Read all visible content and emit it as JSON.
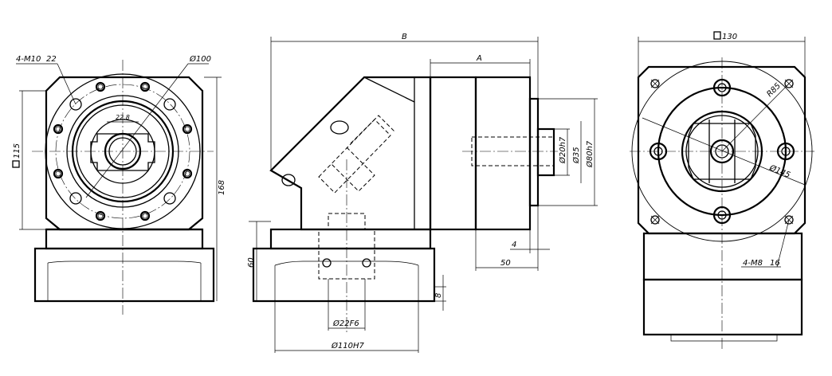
{
  "views": {
    "front": {
      "callout_holes": "4-M10",
      "callout_holes_depth": "22",
      "pcd": "Ø100",
      "square": "115",
      "height": "168",
      "inner": "22.8"
    },
    "side": {
      "overall": "B",
      "body": "A",
      "shaft": "Ø20h7",
      "boss": "Ø35",
      "pilot": "Ø80h7",
      "shoulder": "4",
      "shaft_len": "50",
      "base_height": "60",
      "flange_thk": "8",
      "bore": "Ø22F6",
      "flange_pilot": "Ø110H7"
    },
    "rear": {
      "square": "130",
      "radius": "R85",
      "pcd": "Ø145",
      "callout_holes": "4-M8",
      "callout_holes_depth": "16"
    }
  }
}
